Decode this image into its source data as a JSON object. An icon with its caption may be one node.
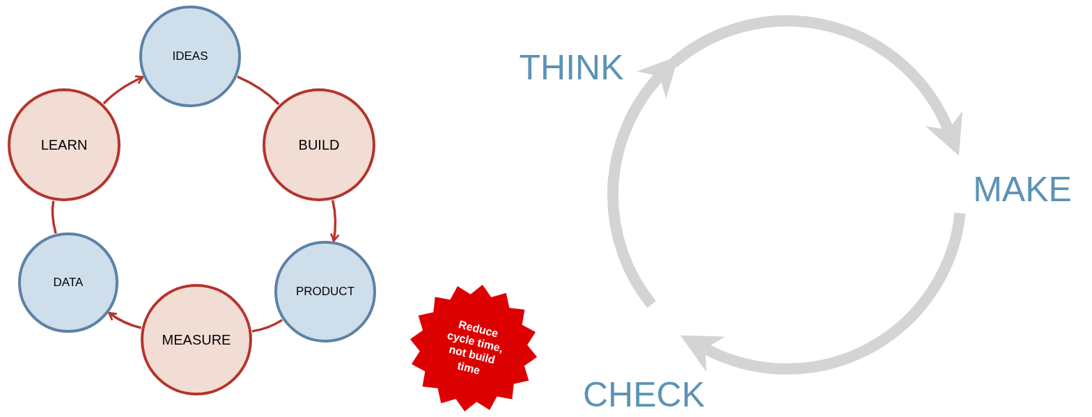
{
  "diagram": {
    "nodes": [
      {
        "text": [
          "IDEAS"
        ]
      },
      {
        "text": [
          "BUILD"
        ]
      },
      {
        "text": [
          "PRODUCT"
        ]
      },
      {
        "text": [
          "MEASURE"
        ]
      },
      {
        "text": [
          "DATA"
        ]
      },
      {
        "text": [
          "LEARN"
        ]
      },
      {
        "text": [
          "Reduce cycle time, not build time"
        ]
      },
      {
        "text": [
          "THINK"
        ]
      },
      {
        "text": [
          "MAKE"
        ]
      },
      {
        "text": [
          "CHECK"
        ]
      }
    ],
    "edges": [
      {
        "from": 0,
        "to": 1,
        "arrow": "none"
      },
      {
        "from": 1,
        "to": 2,
        "arrow": "to"
      },
      {
        "from": 2,
        "to": 3,
        "arrow": "none"
      },
      {
        "from": 3,
        "to": 4,
        "arrow": "to"
      },
      {
        "from": 4,
        "to": 5,
        "arrow": "none"
      },
      {
        "from": 5,
        "to": 0,
        "arrow": "to"
      },
      {
        "from": 7,
        "to": 8,
        "arrow": "to",
        "style": "thick",
        "color": "#d4d4d4"
      },
      {
        "from": 8,
        "to": 9,
        "arrow": "to",
        "style": "thick",
        "color": "#d4d4d4"
      },
      {
        "from": 9,
        "to": 7,
        "arrow": "to",
        "style": "thick",
        "color": "#d4d4d4"
      }
    ]
  }
}
